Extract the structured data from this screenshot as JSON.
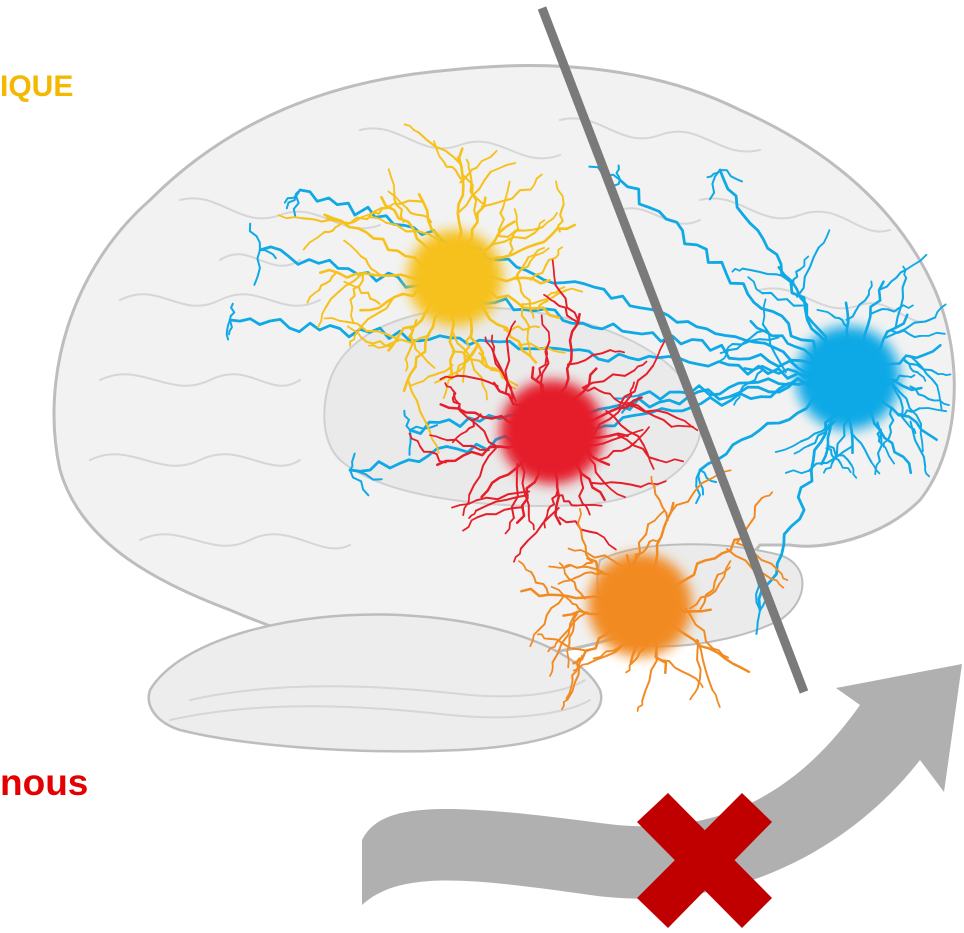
{
  "labels": {
    "top": {
      "text": "IQUE",
      "color": "#F4B800"
    },
    "bottom": {
      "text": "nous",
      "color": "#E20000"
    }
  },
  "colors": {
    "yellow": "#F6C11A",
    "red": "#E51F2A",
    "blue": "#0FA9E6",
    "orange": "#F28A22",
    "cut_line": "#7A7A7A",
    "arrow": "#B0B0B0",
    "cross": "#C00000",
    "brain_outline": "#BDBDBD"
  },
  "icons": [
    "brain-outline",
    "cut-line",
    "curved-arrow-icon",
    "cross-icon"
  ]
}
